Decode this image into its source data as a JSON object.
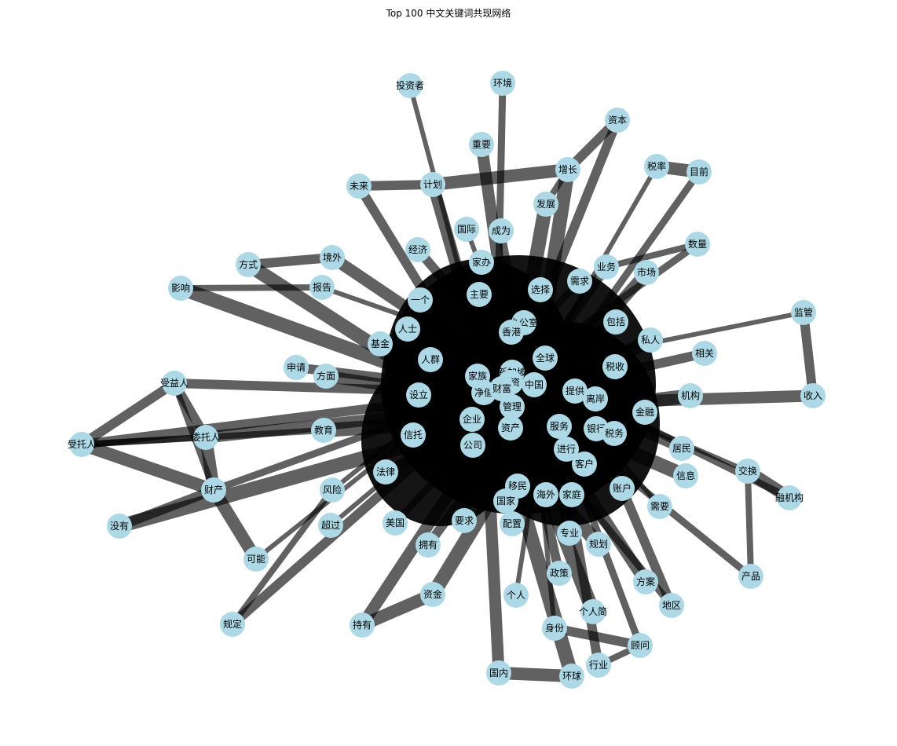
{
  "title": "Top 100 中文关键词共现网络",
  "style": {
    "node_color": "#add8e6",
    "edge_color": "#000000",
    "background": "#ffffff"
  },
  "graph": {
    "nodes": [
      "投资者",
      "环境",
      "资本",
      "重要",
      "增长",
      "税率",
      "目前",
      "未来",
      "计划",
      "发展",
      "国际",
      "成为",
      "经济",
      "境外",
      "方式",
      "家办",
      "数量",
      "业务",
      "市场",
      "影响",
      "报告",
      "需求",
      "一个",
      "主要",
      "选择",
      "监管",
      "办公室",
      "香港",
      "包括",
      "私人",
      "人士",
      "基金",
      "相关",
      "人群",
      "全球",
      "税收",
      "新加坡",
      "申请",
      "方面",
      "家族",
      "投资",
      "中国",
      "受益人",
      "收入",
      "机构",
      "净值",
      "财富",
      "提供",
      "离岸",
      "设立",
      "管理",
      "金融",
      "企业",
      "资产",
      "银行",
      "税务",
      "服务",
      "受托人",
      "委托人",
      "教育",
      "信托",
      "公司",
      "居民",
      "进行",
      "客户",
      "交换",
      "财产",
      "法律",
      "移民",
      "信息",
      "风险",
      "账户",
      "海外",
      "家庭",
      "国家",
      "需要",
      "融机构",
      "要求",
      "配置",
      "没有",
      "超过",
      "美国",
      "拥有",
      "专业",
      "规划",
      "可能",
      "产品",
      "政策",
      "方案",
      "资金",
      "个人",
      "地区",
      "规定",
      "持有",
      "个人简",
      "身份",
      "顾问",
      "行业",
      "国内",
      "环球"
    ],
    "edges": [
      [
        "受托人",
        "委托人"
      ],
      [
        "受托人",
        "受益人"
      ],
      [
        "受托人",
        "财产"
      ],
      [
        "受托人",
        "教育"
      ],
      [
        "委托人",
        "受益人"
      ],
      [
        "委托人",
        "财产"
      ],
      [
        "受益人",
        "财产"
      ],
      [
        "没有",
        "财产"
      ],
      [
        "可能",
        "财产"
      ],
      [
        "规定",
        "风险"
      ],
      [
        "未来",
        "计划"
      ],
      [
        "计划",
        "增长"
      ],
      [
        "增长",
        "发展"
      ],
      [
        "资本",
        "增长"
      ],
      [
        "税率",
        "目前"
      ],
      [
        "数量",
        "业务"
      ],
      [
        "监管",
        "收入"
      ],
      [
        "交换",
        "融机构"
      ],
      [
        "产品",
        "交换"
      ],
      [
        "地区",
        "账户"
      ],
      [
        "国内",
        "环球"
      ],
      [
        "行业",
        "顾问"
      ],
      [
        "身份",
        "顾问"
      ],
      [
        "资金",
        "持有"
      ],
      [
        "影响",
        "报告"
      ],
      [
        "方式",
        "境外"
      ]
    ]
  }
}
